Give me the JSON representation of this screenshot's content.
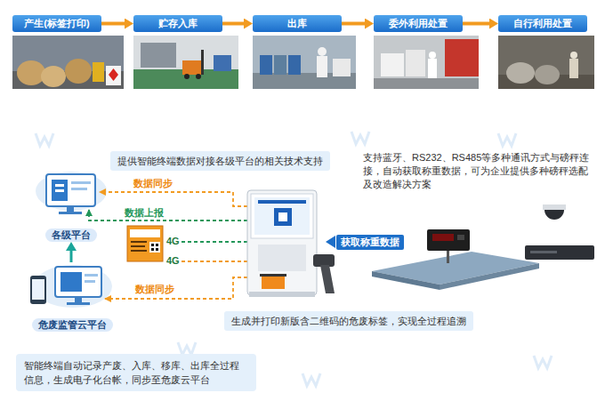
{
  "diagram": {
    "nodes": [
      {
        "text": [
          "产生(标签打印)"
        ]
      },
      {
        "text": [
          "贮存入库"
        ]
      },
      {
        "text": [
          "出库"
        ]
      },
      {
        "text": [
          "委外利用处置"
        ]
      },
      {
        "text": [
          "自行利用处置"
        ]
      },
      {
        "text": [
          "提供智能终端数据对接各级平台的相关技术支持"
        ]
      },
      {
        "text": [
          "各级平台"
        ]
      },
      {
        "text": [
          "危废监管云平台"
        ]
      },
      {
        "text": [
          "生成并打印新版含二维码的危废标签，实现全过程追溯"
        ]
      },
      {
        "text": [
          "智能终端自动记录产废、入库、移库、出库全过程信息，生成电子化台帐，同步至危废云平台"
        ]
      }
    ],
    "edges": [
      {
        "from": 0,
        "to": 1,
        "arrow": "to"
      },
      {
        "from": 1,
        "to": 2,
        "arrow": "to"
      },
      {
        "from": 2,
        "to": 3,
        "arrow": "to"
      },
      {
        "from": 3,
        "to": 4,
        "arrow": "to"
      },
      {
        "from": 7,
        "to": 6,
        "arrow": "to"
      }
    ],
    "labels": [
      "数据同步",
      "数据上报",
      "4G",
      "4G",
      "数据同步",
      "获取称重数据",
      "支持蓝牙、RS232、RS485等多种通讯方式与磅秤连接，自动获取称重数据，可为企业提供多种磅秤选配及改造解决方案"
    ]
  }
}
